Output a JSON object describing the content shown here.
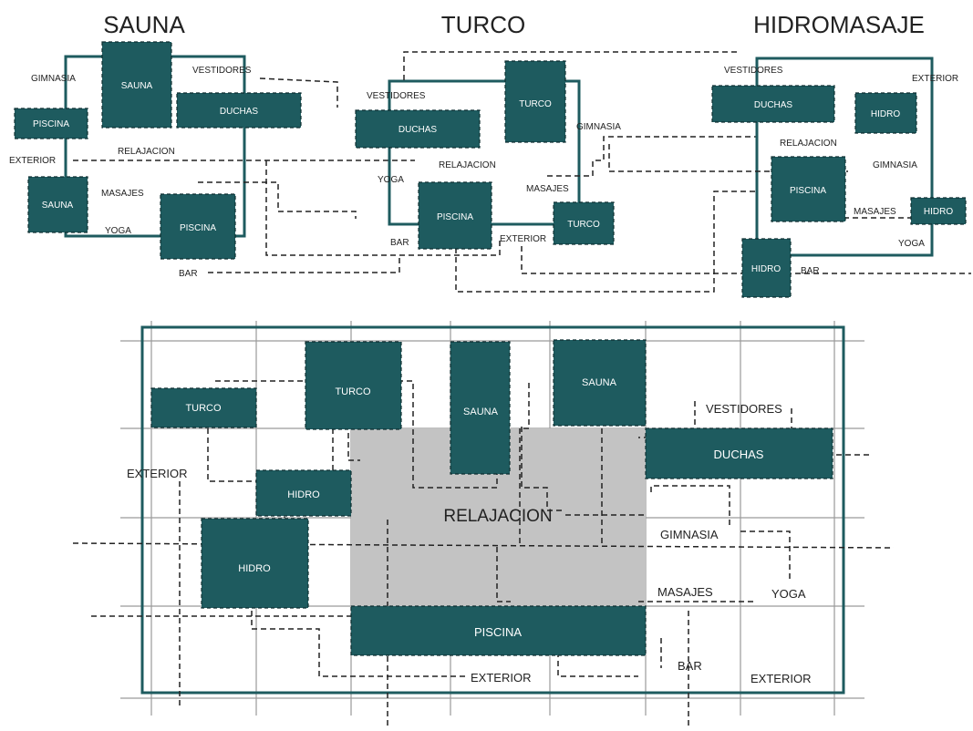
{
  "colors": {
    "module": "#1e5b5f",
    "relajacion_area": "#c3c3c3",
    "text_on_module": "#ffffff",
    "text": "#222222"
  },
  "titles": {
    "sauna": "SAUNA",
    "turco": "TURCO",
    "hidromasaje": "HIDROMASAJE"
  },
  "sauna_diagram": {
    "modules": {
      "sauna_top": "SAUNA",
      "piscina_left": "PISCINA",
      "duchas": "DUCHAS",
      "sauna_bottom": "SAUNA",
      "piscina_bottom": "PISCINA"
    },
    "labels": {
      "gimnasia": "GIMNASIA",
      "vestidores": "VESTIDORES",
      "relajacion": "RELAJACION",
      "exterior": "EXTERIOR",
      "masajes": "MASAJES",
      "yoga": "YOGA",
      "bar": "BAR"
    }
  },
  "turco_diagram": {
    "modules": {
      "turco_top": "TURCO",
      "duchas": "DUCHAS",
      "piscina": "PISCINA",
      "turco_small": "TURCO"
    },
    "labels": {
      "vestidores": "VESTIDORES",
      "gimnasia": "GIMNASIA",
      "relajacion": "RELAJACION",
      "yoga": "YOGA",
      "masajes": "MASAJES",
      "bar": "BAR",
      "exterior": "EXTERIOR"
    }
  },
  "hidro_diagram": {
    "modules": {
      "duchas": "DUCHAS",
      "hidro_top": "HIDRO",
      "piscina": "PISCINA",
      "hidro_right": "HIDRO",
      "hidro_bottom": "HIDRO"
    },
    "labels": {
      "vestidores": "VESTIDORES",
      "exterior": "EXTERIOR",
      "relajacion": "RELAJACION",
      "gimnasia": "GIMNASIA",
      "masajes": "MASAJES",
      "yoga": "YOGA",
      "bar": "BAR"
    }
  },
  "plan": {
    "modules": {
      "turco_left": "TURCO",
      "turco_center": "TURCO",
      "sauna_center": "SAUNA",
      "sauna_right": "SAUNA",
      "duchas": "DUCHAS",
      "hidro_small": "HIDRO",
      "hidro_large": "HIDRO",
      "piscina": "PISCINA"
    },
    "relajacion": "RELAJACION",
    "labels": {
      "vestidores": "VESTIDORES",
      "exterior_left": "EXTERIOR",
      "gimnasia": "GIMNASIA",
      "masajes": "MASAJES",
      "yoga": "YOGA",
      "bar": "BAR",
      "exterior_bottom": "EXTERIOR",
      "exterior_right": "EXTERIOR"
    }
  }
}
